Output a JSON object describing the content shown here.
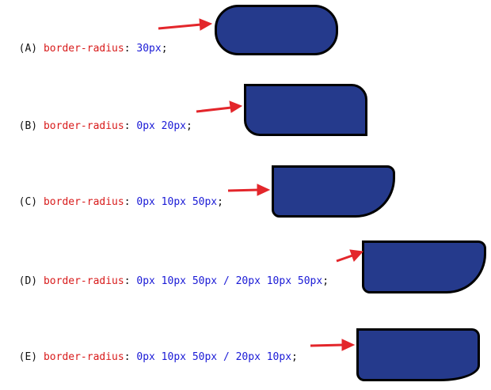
{
  "examples": [
    {
      "prefix": "(A) ",
      "property": "border-radius",
      "colon": ": ",
      "value": "30px",
      "semicolon": ";"
    },
    {
      "prefix": "(B) ",
      "property": "border-radius",
      "colon": ": ",
      "value": "0px 20px",
      "semicolon": ";"
    },
    {
      "prefix": "(C) ",
      "property": "border-radius",
      "colon": ": ",
      "value": "0px 10px 50px",
      "semicolon": ";"
    },
    {
      "prefix": "(D) ",
      "property": "border-radius",
      "colon": ": ",
      "value": "0px 10px 50px / 20px 10px 50px",
      "semicolon": ";"
    },
    {
      "prefix": "(E) ",
      "property": "border-radius",
      "colon": ": ",
      "value": "0px 10px 50px / 20px 10px",
      "semicolon": ";"
    }
  ],
  "colors": {
    "property": "#d81b1b",
    "value": "#1a1ad6",
    "box_fill": "#253a8c",
    "box_border": "#000000",
    "arrow": "#e3262b"
  }
}
